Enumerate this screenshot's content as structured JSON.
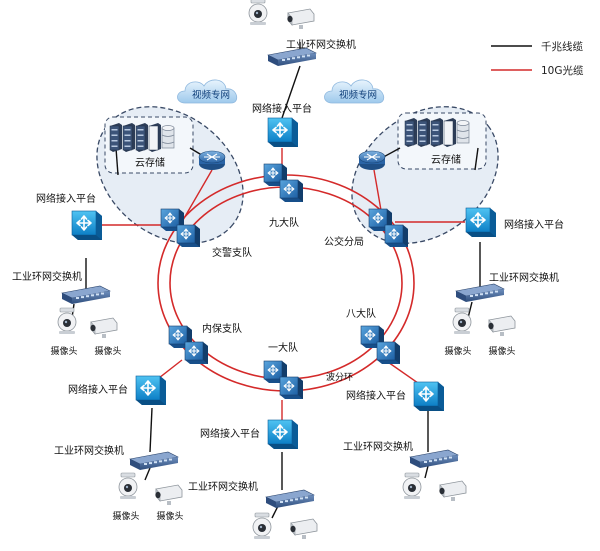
{
  "legend": {
    "gigabit_cable": "千兆线缆",
    "fiber_10g": "10G光缆",
    "colors": {
      "gigabit": "#111111",
      "fiber": "#d42a2a"
    }
  },
  "labels": {
    "industrial_switch": "工业环网交换机",
    "access_platform": "网络接入平台",
    "camera": "摄像头",
    "cloud_storage": "云存储",
    "video_network": "视频专网",
    "ring_label": "波分环"
  },
  "ring_nodes": {
    "jiudadui": "九大队",
    "jiaojing": "交警支队",
    "gongjiao": "公交分局",
    "neibao": "内保支队",
    "badadui": "八大队",
    "yidadui": "一大队"
  },
  "icons": [
    "camera-icon",
    "switch-icon",
    "router-icon",
    "cloud-icon",
    "storage-icon",
    "platform-icon"
  ]
}
